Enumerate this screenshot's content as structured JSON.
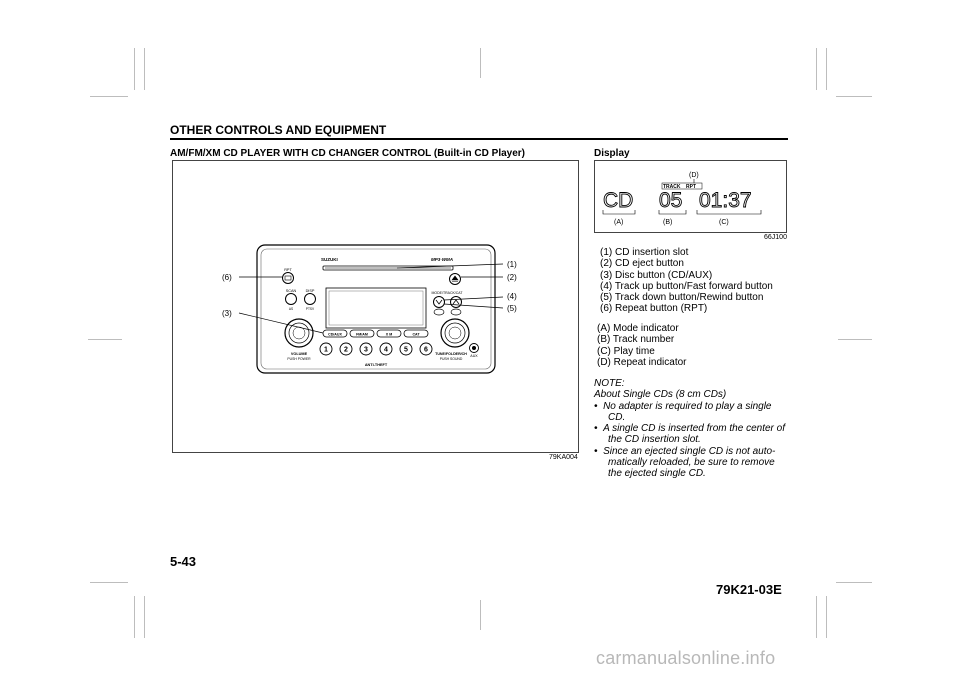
{
  "header": {
    "section_title": "OTHER CONTROLS AND EQUIPMENT"
  },
  "left_figure": {
    "heading": "AM/FM/XM CD PLAYER WITH CD CHANGER CONTROL (Built-in CD Player)",
    "code": "79KA004",
    "callouts": [
      "(1)",
      "(2)",
      "(3)",
      "(4)",
      "(5)",
      "(6)"
    ],
    "radio": {
      "brand_left": "SUZUKI",
      "brand_right": "MP3·WMA",
      "rpt": "RPT",
      "scan": "SCAN",
      "disp": "DISP",
      "scan_sub": "AS",
      "disp_sub": "PTSV",
      "mode_label": "MODE/TRACK/CAT",
      "band_buttons": [
        "CD/AUX",
        "FM/AM",
        "X M",
        "CAT"
      ],
      "presets": [
        "1",
        "2",
        "3",
        "4",
        "5",
        "6"
      ],
      "volume_label": "VOLUME",
      "power_label": "PUSH POWER",
      "tune_label": "TUNE/FOLDER/CH",
      "sound_label": "PUSH SOUND",
      "aux_label": "AUX",
      "anti_theft": "ANTI-THEFT"
    }
  },
  "display_figure": {
    "heading": "Display",
    "code": "66J100",
    "lcd_mode": "CD",
    "lcd_track": "05",
    "lcd_time": "01:37",
    "lcd_track_label": "TRACK",
    "lcd_rpt_label": "RPT",
    "labels": {
      "a": "(A)",
      "b": "(B)",
      "c": "(C)",
      "d": "(D)"
    }
  },
  "legend_numbers": [
    "(1) CD insertion slot",
    "(2) CD eject button",
    "(3) Disc button (CD/AUX)",
    "(4) Track up button/Fast forward button",
    "(5) Track down button/Rewind button",
    "(6) Repeat button (RPT)"
  ],
  "legend_letters": [
    "(A) Mode indicator",
    "(B) Track number",
    "(C) Play time",
    "(D) Repeat indicator"
  ],
  "note": {
    "title": "NOTE:",
    "subtitle": "About Single CDs (8 cm CDs)",
    "bullets": [
      "No adapter is required to play a single CD.",
      "A single CD is inserted from the center of the CD insertion slot.",
      "Since an ejected single CD is not auto-matically reloaded, be sure to remove the ejected single CD."
    ]
  },
  "footer": {
    "page_number": "5-43",
    "doc_id": "79K21-03E",
    "watermark": "carmanualsonline.info"
  }
}
